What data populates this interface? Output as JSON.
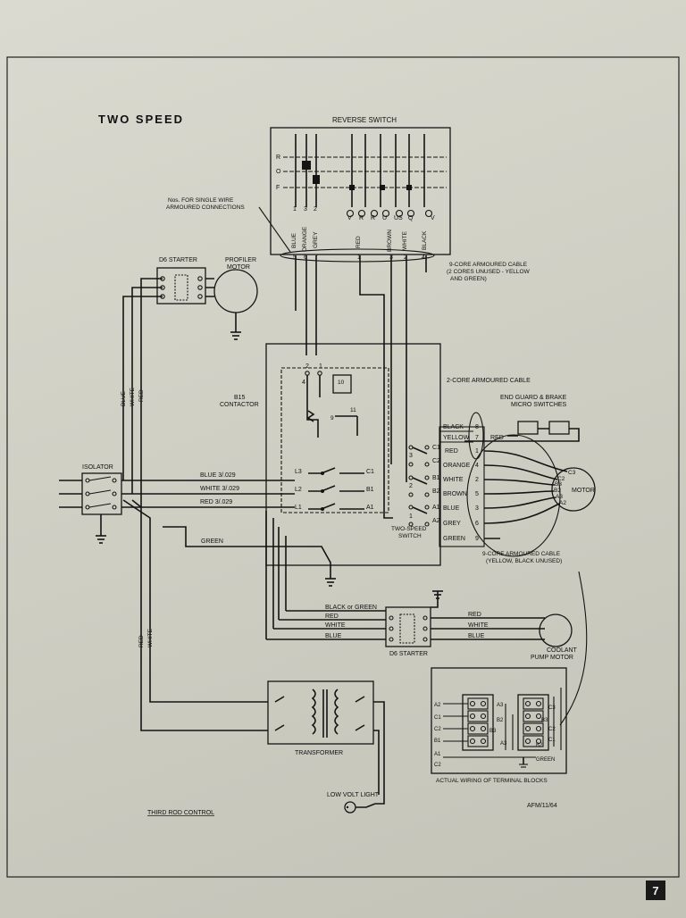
{
  "title": "TWO SPEED",
  "reverse_switch": {
    "label": "REVERSE SWITCH",
    "rows": [
      "R",
      "O",
      "F"
    ],
    "terminals_left": [
      "1",
      "3",
      "2"
    ],
    "terminals_right": [
      "V",
      "R",
      "R",
      "U",
      "US",
      "Q",
      "V"
    ]
  },
  "note_single_wire": "Nos. FOR SINGLE WIRE ARMOURED CONNECTIONS",
  "d6_starter_top": {
    "label": "D6 STARTER"
  },
  "profiler_motor": "PROFILER MOTOR",
  "top_wires": [
    {
      "color": "BLUE",
      "num_top": "1",
      "num_bot": "5"
    },
    {
      "color": "ORANGE",
      "num_top": "3",
      "num_bot": "6"
    },
    {
      "color": "GREY",
      "num_top": "2",
      "num_bot": "7"
    },
    {
      "color": "RED",
      "num_bot": "1"
    },
    {
      "color": "BROWN",
      "num_bot": "3"
    },
    {
      "color": "WHITE",
      "num_bot": "2"
    },
    {
      "color": "BLACK",
      "num_bot": "4"
    }
  ],
  "cable_9core_top": "9-CORE ARMOURED CABLE (2 CORES UNUSED - YELLOW AND GREEN)",
  "left_vertical": [
    "BLUE",
    "WHITE",
    "RED"
  ],
  "b15_contactor": {
    "label": "B15 CONTACTOR",
    "terms_top": [
      "2",
      "1"
    ],
    "aux": [
      "4",
      "10",
      "9",
      "11"
    ],
    "left": [
      "L3",
      "L2",
      "L1"
    ],
    "right": [
      "C1",
      "B1",
      "A1"
    ]
  },
  "cable_2core": "2-CORE ARMOURED CABLE",
  "end_guard": "END GUARD & BRAKE MICRO SWITCHES",
  "isolator": "ISOLATOR",
  "supply": [
    "BLUE 3/.029",
    "WHITE 3/.029",
    "RED 3/.029"
  ],
  "green_label": "GREEN",
  "two_speed_switch": {
    "label": "TWO-SPEED SWITCH",
    "contacts": [
      "C1",
      "C2",
      "B1",
      "B2",
      "A1",
      "A2"
    ],
    "side_nums": [
      "3",
      "2",
      "1"
    ],
    "rows": [
      {
        "color": "BLACK",
        "num": "8"
      },
      {
        "color": "YELLOW",
        "num": "7"
      },
      {
        "color": "RED",
        "num": "1"
      },
      {
        "color": "ORANGE",
        "num": "4"
      },
      {
        "color": "WHITE",
        "num": "2"
      },
      {
        "color": "BROWN",
        "num": "5"
      },
      {
        "color": "BLUE",
        "num": "3"
      },
      {
        "color": "GREY",
        "num": "6"
      },
      {
        "color": "GREEN",
        "num": "9"
      }
    ],
    "yellow_red": "RED"
  },
  "motor": {
    "label": "MOTOR",
    "terms": [
      "C3",
      "C2",
      "B3",
      "B2",
      "A3",
      "A2"
    ]
  },
  "cable_9core_bottom": "9-CORE ARMOURED CABLE (YELLOW, BLACK UNUSED)",
  "d6_starter_bottom": {
    "label": "D6 STARTER",
    "left": [
      "BLACK or GREEN",
      "RED",
      "WHITE",
      "BLUE"
    ],
    "right": [
      "RED",
      "WHITE",
      "BLUE"
    ]
  },
  "coolant_motor": "COOLANT PUMP MOTOR",
  "left_lower_vertical": [
    "RED",
    "WHITE"
  ],
  "transformer": "TRANSFORMER",
  "low_volt_light": "LOW VOLT LIGHT",
  "third_rod": "THIRD ROD CONTROL",
  "terminal_blocks": {
    "label": "ACTUAL WIRING OF TERMINAL BLOCKS",
    "left_labels": [
      "A2",
      "C1",
      "C2",
      "B1",
      "A1",
      "C2",
      "B3"
    ],
    "inner": [
      "A3",
      "B2",
      "B3",
      "A3",
      "C3",
      "C2",
      "C1",
      "B2"
    ],
    "green": "GREEN"
  },
  "ref": "AFM/11/64",
  "page_number": "7",
  "colors": {
    "paper": "#d4d4ca",
    "ink": "#141414"
  }
}
